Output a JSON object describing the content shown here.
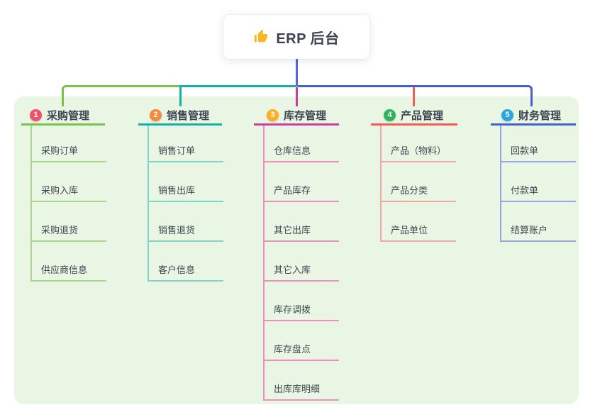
{
  "root": {
    "icon": "thumbs-up-icon",
    "icon_color": "#f5b822",
    "title": "ERP 后台"
  },
  "colors": {
    "root_line": "#5568de",
    "panel_bg": "#e9f6e4"
  },
  "branches": [
    {
      "num": "1",
      "label": "采购管理",
      "circle": "#f0506e",
      "line": "#7fbf4d",
      "line_light": "#a9d584",
      "items": [
        "采购订单",
        "采购入库",
        "采购退货",
        "供应商信息"
      ]
    },
    {
      "num": "2",
      "label": "销售管理",
      "circle": "#f7893b",
      "line": "#14b1a7",
      "line_light": "#7fd3cb",
      "items": [
        "销售订单",
        "销售出库",
        "销售退货",
        "客户信息"
      ]
    },
    {
      "num": "3",
      "label": "库存管理",
      "circle": "#fcae28",
      "line": "#ce3e9e",
      "line_light": "#f18cc3",
      "items": [
        "仓库信息",
        "产品库存",
        "其它出库",
        "其它入库",
        "库存调拨",
        "库存盘点",
        "出库库明细"
      ]
    },
    {
      "num": "4",
      "label": "产品管理",
      "circle": "#2eb45c",
      "line": "#f25b58",
      "line_light": "#f6a7a4",
      "items": [
        "产品（物料）",
        "产品分类",
        "产品单位"
      ]
    },
    {
      "num": "5",
      "label": "财务管理",
      "circle": "#29a6e0",
      "line": "#4660d2",
      "line_light": "#95a7e6",
      "items": [
        "回款单",
        "付款单",
        "结算账户"
      ]
    }
  ]
}
